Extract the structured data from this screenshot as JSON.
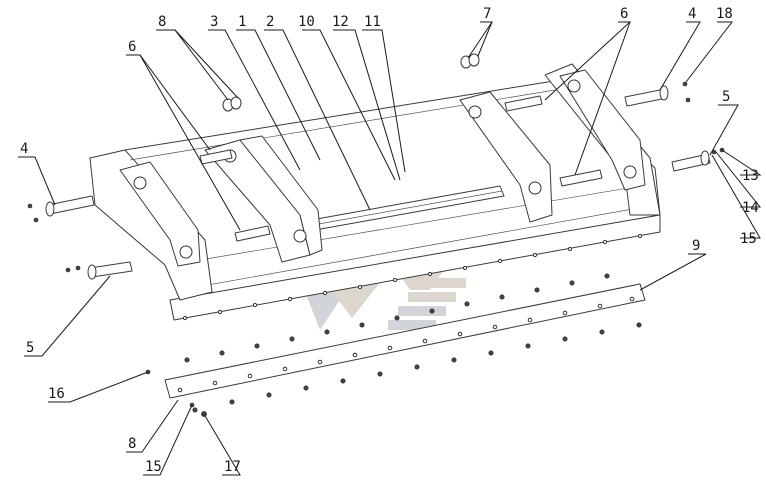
{
  "diagram": {
    "callouts": [
      {
        "id": "c-8-top",
        "label": "8"
      },
      {
        "id": "c-3",
        "label": "3"
      },
      {
        "id": "c-1",
        "label": "1"
      },
      {
        "id": "c-2",
        "label": "2"
      },
      {
        "id": "c-10",
        "label": "10"
      },
      {
        "id": "c-12",
        "label": "12"
      },
      {
        "id": "c-11",
        "label": "11"
      },
      {
        "id": "c-7",
        "label": "7"
      },
      {
        "id": "c-6-right",
        "label": "6"
      },
      {
        "id": "c-4-right",
        "label": "4"
      },
      {
        "id": "c-18",
        "label": "18"
      },
      {
        "id": "c-6-left",
        "label": "6"
      },
      {
        "id": "c-4-left",
        "label": "4"
      },
      {
        "id": "c-5-right",
        "label": "5"
      },
      {
        "id": "c-13",
        "label": "13"
      },
      {
        "id": "c-14",
        "label": "14"
      },
      {
        "id": "c-15-right",
        "label": "15"
      },
      {
        "id": "c-9",
        "label": "9"
      },
      {
        "id": "c-5-left",
        "label": "5"
      },
      {
        "id": "c-16",
        "label": "16"
      },
      {
        "id": "c-8-bottom",
        "label": "8"
      },
      {
        "id": "c-15-bottom",
        "label": "15"
      },
      {
        "id": "c-17",
        "label": "17"
      }
    ],
    "colors": {
      "line": "#1a1a1a",
      "watermark_gray": "#c9ced3",
      "watermark_tan": "#d8cfc6"
    }
  }
}
